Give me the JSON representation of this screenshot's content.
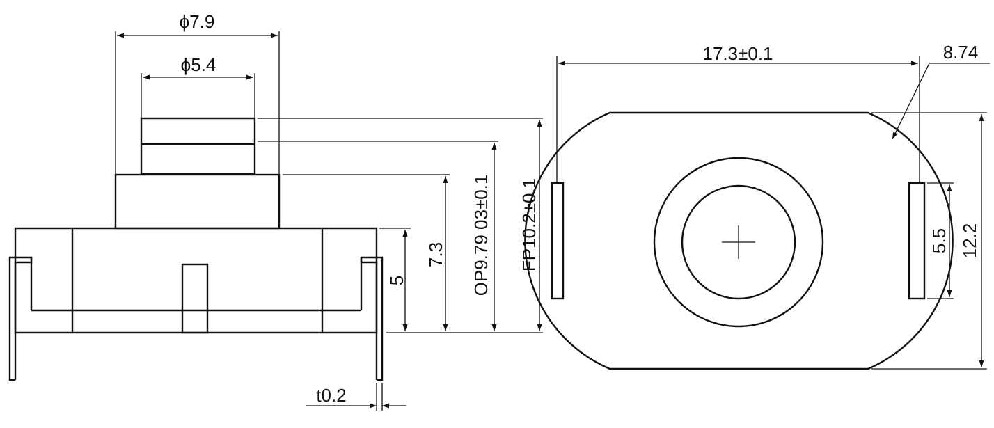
{
  "dimensions": {
    "cap_outer_diameter": "ϕ7.9",
    "cap_inner_diameter": "ϕ5.4",
    "body_height": "5",
    "total_height": "7.3",
    "operating_position": "OP9.79 03±0.1",
    "free_position": "FP10.2±0.1",
    "terminal_thickness": "t0.2",
    "overall_width": "17.3±0.1",
    "arc_flat_width": "8.74",
    "terminal_height": "5.5",
    "overall_height": "12.2"
  }
}
